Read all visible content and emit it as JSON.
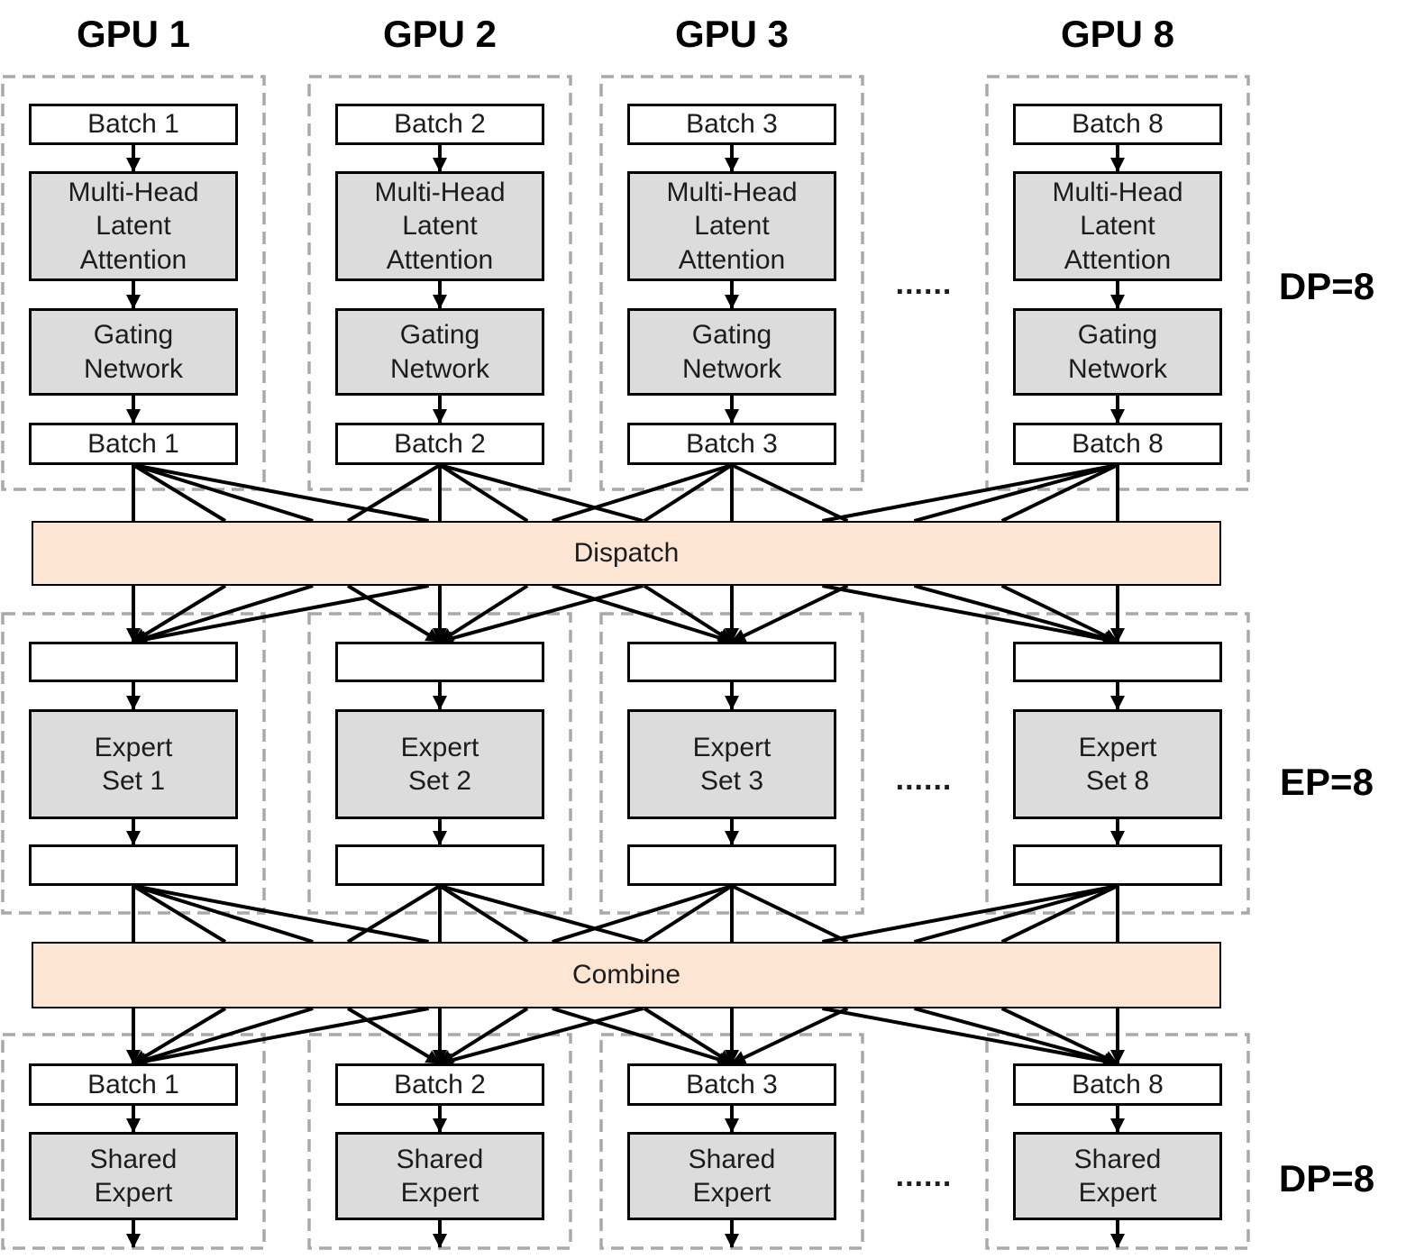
{
  "bars": {
    "dispatch": "Dispatch",
    "combine": "Combine"
  },
  "side_labels": {
    "dp_top": "DP=8",
    "ep": "EP=8",
    "dp_bottom": "DP=8"
  },
  "ellipsis": "......",
  "columns": [
    {
      "gpu": "GPU 1",
      "batch_in": "Batch 1",
      "attention": "Multi-Head\nLatent\nAttention",
      "gating": "Gating\nNetwork",
      "batch_out": "Batch 1",
      "expert_set": "Expert\nSet 1",
      "batch_result": "Batch 1",
      "shared_expert": "Shared\nExpert"
    },
    {
      "gpu": "GPU 2",
      "batch_in": "Batch 2",
      "attention": "Multi-Head\nLatent\nAttention",
      "gating": "Gating\nNetwork",
      "batch_out": "Batch 2",
      "expert_set": "Expert\nSet 2",
      "batch_result": "Batch 2",
      "shared_expert": "Shared\nExpert"
    },
    {
      "gpu": "GPU 3",
      "batch_in": "Batch 3",
      "attention": "Multi-Head\nLatent\nAttention",
      "gating": "Gating\nNetwork",
      "batch_out": "Batch 3",
      "expert_set": "Expert\nSet 3",
      "batch_result": "Batch 3",
      "shared_expert": "Shared\nExpert"
    },
    {
      "gpu": "GPU 8",
      "batch_in": "Batch 8",
      "attention": "Multi-Head\nLatent\nAttention",
      "gating": "Gating\nNetwork",
      "batch_out": "Batch 8",
      "expert_set": "Expert\nSet 8",
      "batch_result": "Batch 8",
      "shared_expert": "Shared\nExpert"
    }
  ],
  "colors": {
    "block_fill_gray": "#dcdcdc",
    "comm_bar_fill": "#fce5d3",
    "dashed_frame": "#a9a9a9",
    "line_black": "#000000"
  }
}
